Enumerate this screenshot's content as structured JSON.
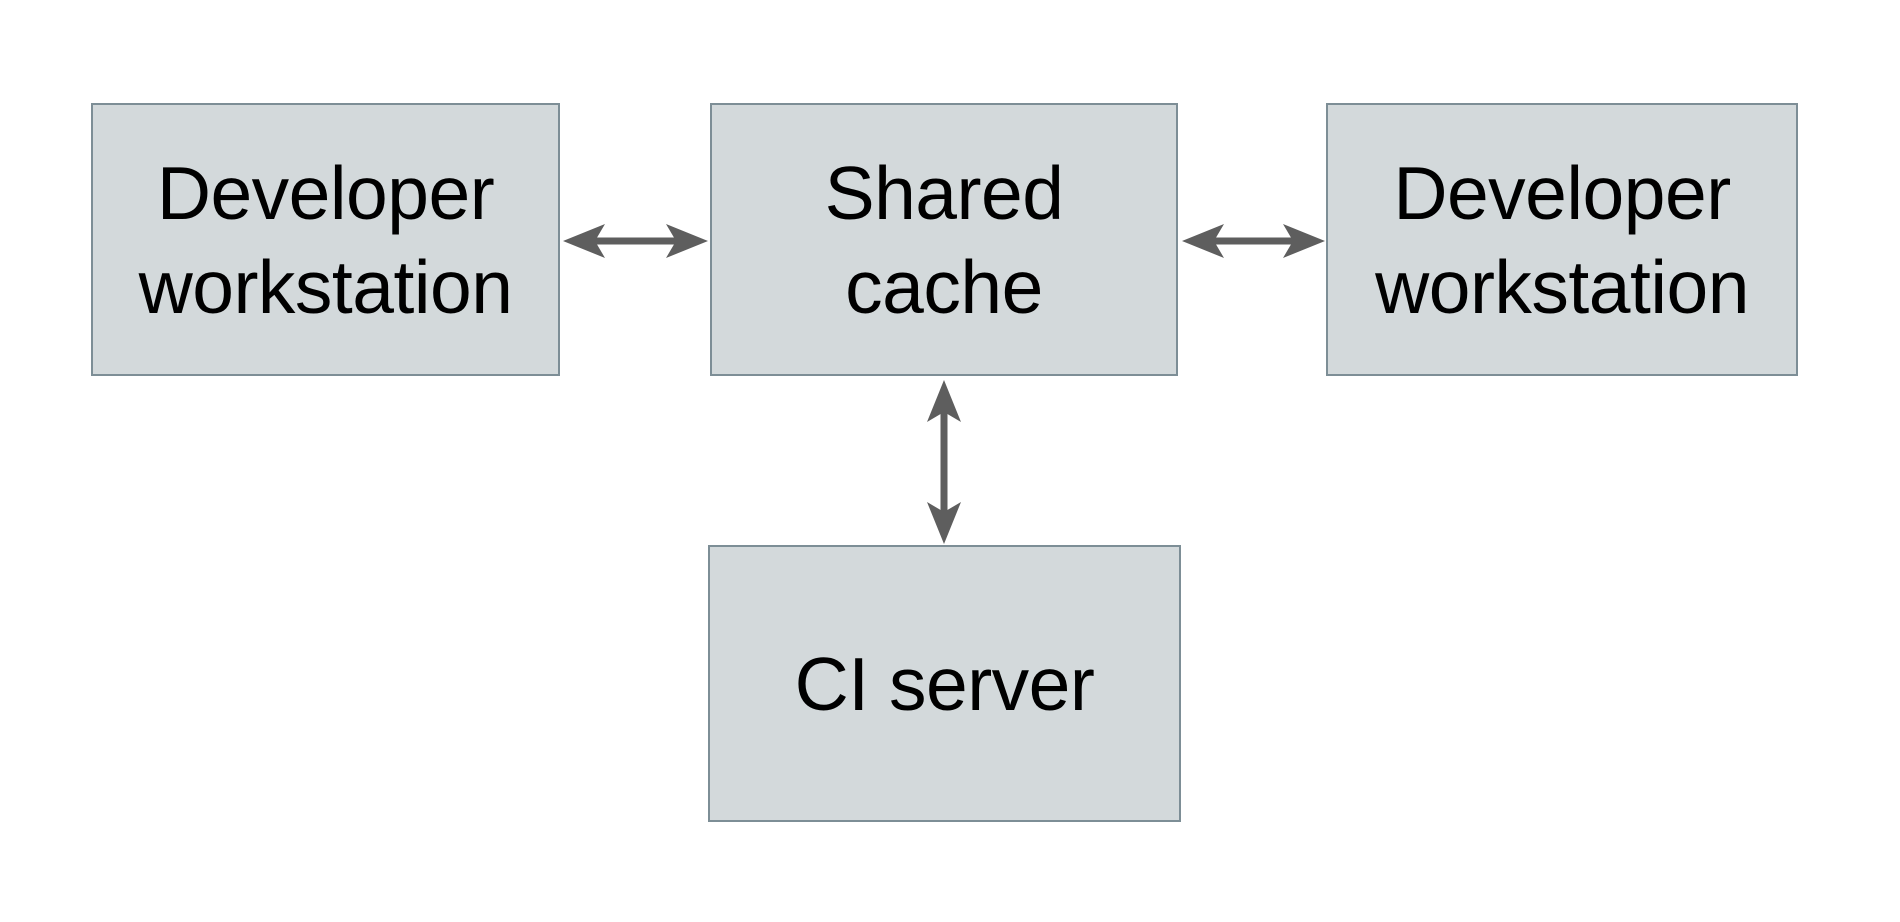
{
  "diagram": {
    "description": "Architecture diagram of a shared build cache",
    "colors": {
      "background": "#ffffff",
      "node_fill": "#d3d9db",
      "node_border": "#7d8e96",
      "arrow_color": "#5e5e5e",
      "text_color": "#000000"
    },
    "nodes": {
      "dev_left": {
        "label": "Developer workstation",
        "line1": "Developer",
        "line2": "workstation"
      },
      "shared_cache": {
        "label": "Shared cache",
        "line1": "Shared",
        "line2": "cache"
      },
      "dev_right": {
        "label": "Developer workstation",
        "line1": "Developer",
        "line2": "workstation"
      },
      "ci_server": {
        "label": "CI server",
        "line1": "CI server"
      }
    },
    "edges": [
      {
        "from": "Developer workstation (left)",
        "to": "Shared cache",
        "direction": "bidirectional"
      },
      {
        "from": "Developer workstation (right)",
        "to": "Shared cache",
        "direction": "bidirectional"
      },
      {
        "from": "CI server",
        "to": "Shared cache",
        "direction": "bidirectional"
      }
    ]
  }
}
